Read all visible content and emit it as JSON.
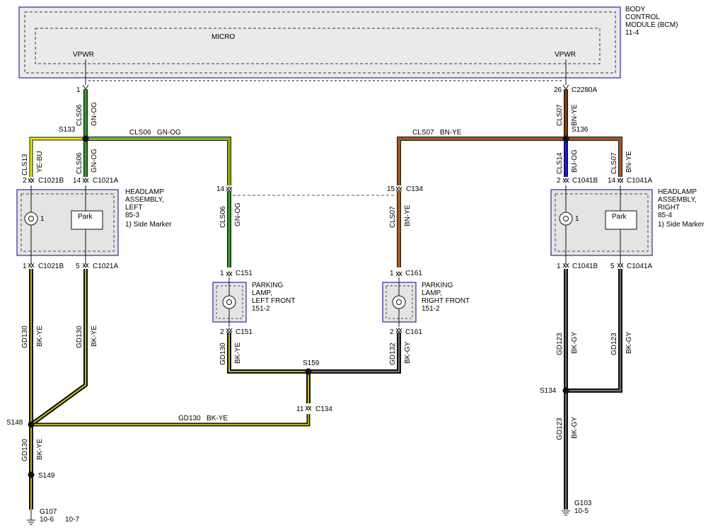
{
  "bcm": {
    "title_lines": [
      "BODY",
      "CONTROL",
      "MODULE (BCM)",
      "11-4"
    ],
    "micro": "MICRO",
    "vpwr_left": "VPWR",
    "vpwr_right": "VPWR"
  },
  "pins": {
    "bcm_left_pin": "1",
    "bcm_right_pin": "26",
    "bcm_right_conn": "C2280A",
    "hl_left_top_a_pin": "2",
    "hl_left_top_a_conn": "C1021B",
    "hl_left_top_b_pin": "14",
    "hl_left_top_b_conn": "C1021A",
    "hl_left_bot_a_pin": "1",
    "hl_left_bot_a_conn": "C1021B",
    "hl_left_bot_b_pin": "5",
    "hl_left_bot_b_conn": "C1021A",
    "hl_right_top_a_pin": "2",
    "hl_right_top_a_conn": "C1041B",
    "hl_right_top_b_pin": "14",
    "hl_right_top_b_conn": "C1041A",
    "hl_right_bot_a_pin": "1",
    "hl_right_bot_a_conn": "C1041B",
    "hl_right_bot_b_pin": "5",
    "hl_right_bot_b_conn": "C1041A",
    "c134_left_pin": "14",
    "c134_right_pin": "15",
    "c134_right_conn": "C134",
    "pl_left_top_pin": "1",
    "pl_left_top_conn": "C151",
    "pl_left_bot_pin": "2",
    "pl_left_bot_conn": "C151",
    "pl_right_top_pin": "1",
    "pl_right_top_conn": "C161",
    "pl_right_bot_pin": "2",
    "pl_right_bot_conn": "C161",
    "c134_ground_pin": "11",
    "c134_ground_conn": "C134"
  },
  "splices": {
    "s133": "S133",
    "s136": "S136",
    "s159": "S159",
    "s148": "S148",
    "s149": "S149",
    "s134": "S134"
  },
  "grounds": {
    "g107": "G107",
    "g107_ref_a": "10-6",
    "g107_ref_b": "10-7",
    "g103": "G103",
    "g103_ref": "10-5"
  },
  "components": {
    "hl_left": [
      "HEADLAMP",
      "ASSEMBLY,",
      "LEFT",
      "85-3",
      "1) Side Marker"
    ],
    "hl_right": [
      "HEADLAMP",
      "ASSEMBLY,",
      "RIGHT",
      "85-4",
      "1) Side Marker"
    ],
    "pl_left": [
      "PARKING",
      "LAMP,",
      "LEFT FRONT",
      "151-2"
    ],
    "pl_right": [
      "PARKING",
      "LAMP,",
      "RIGHT FRONT",
      "151-2"
    ],
    "park_label": "Park",
    "marker_num": "1"
  },
  "wires": {
    "cls06": "CLS06",
    "gn_og": "GN-OG",
    "cls07": "CLS07",
    "bn_ye": "BN-YE",
    "cls13": "CLS13",
    "ye_bu": "YE-BU",
    "cls14": "CLS14",
    "bu_og": "BU-OG",
    "gd130": "GD130",
    "bk_ye": "BK-YE",
    "gd132": "GD132",
    "bk_gy": "BK-GY",
    "gd123": "GD123",
    "h_cls06": "CLS06   GN-OG",
    "h_cls07": "CLS07   BN-YE",
    "h_gd130": "GD130   BK-YE"
  },
  "colors": {
    "green": "#33a02c",
    "yellow": "#f2e600",
    "orange": "#e0801a",
    "brown": "#8a3a1a",
    "blue": "#1a1adc",
    "black": "#111111",
    "box": "#2a2aa8"
  }
}
